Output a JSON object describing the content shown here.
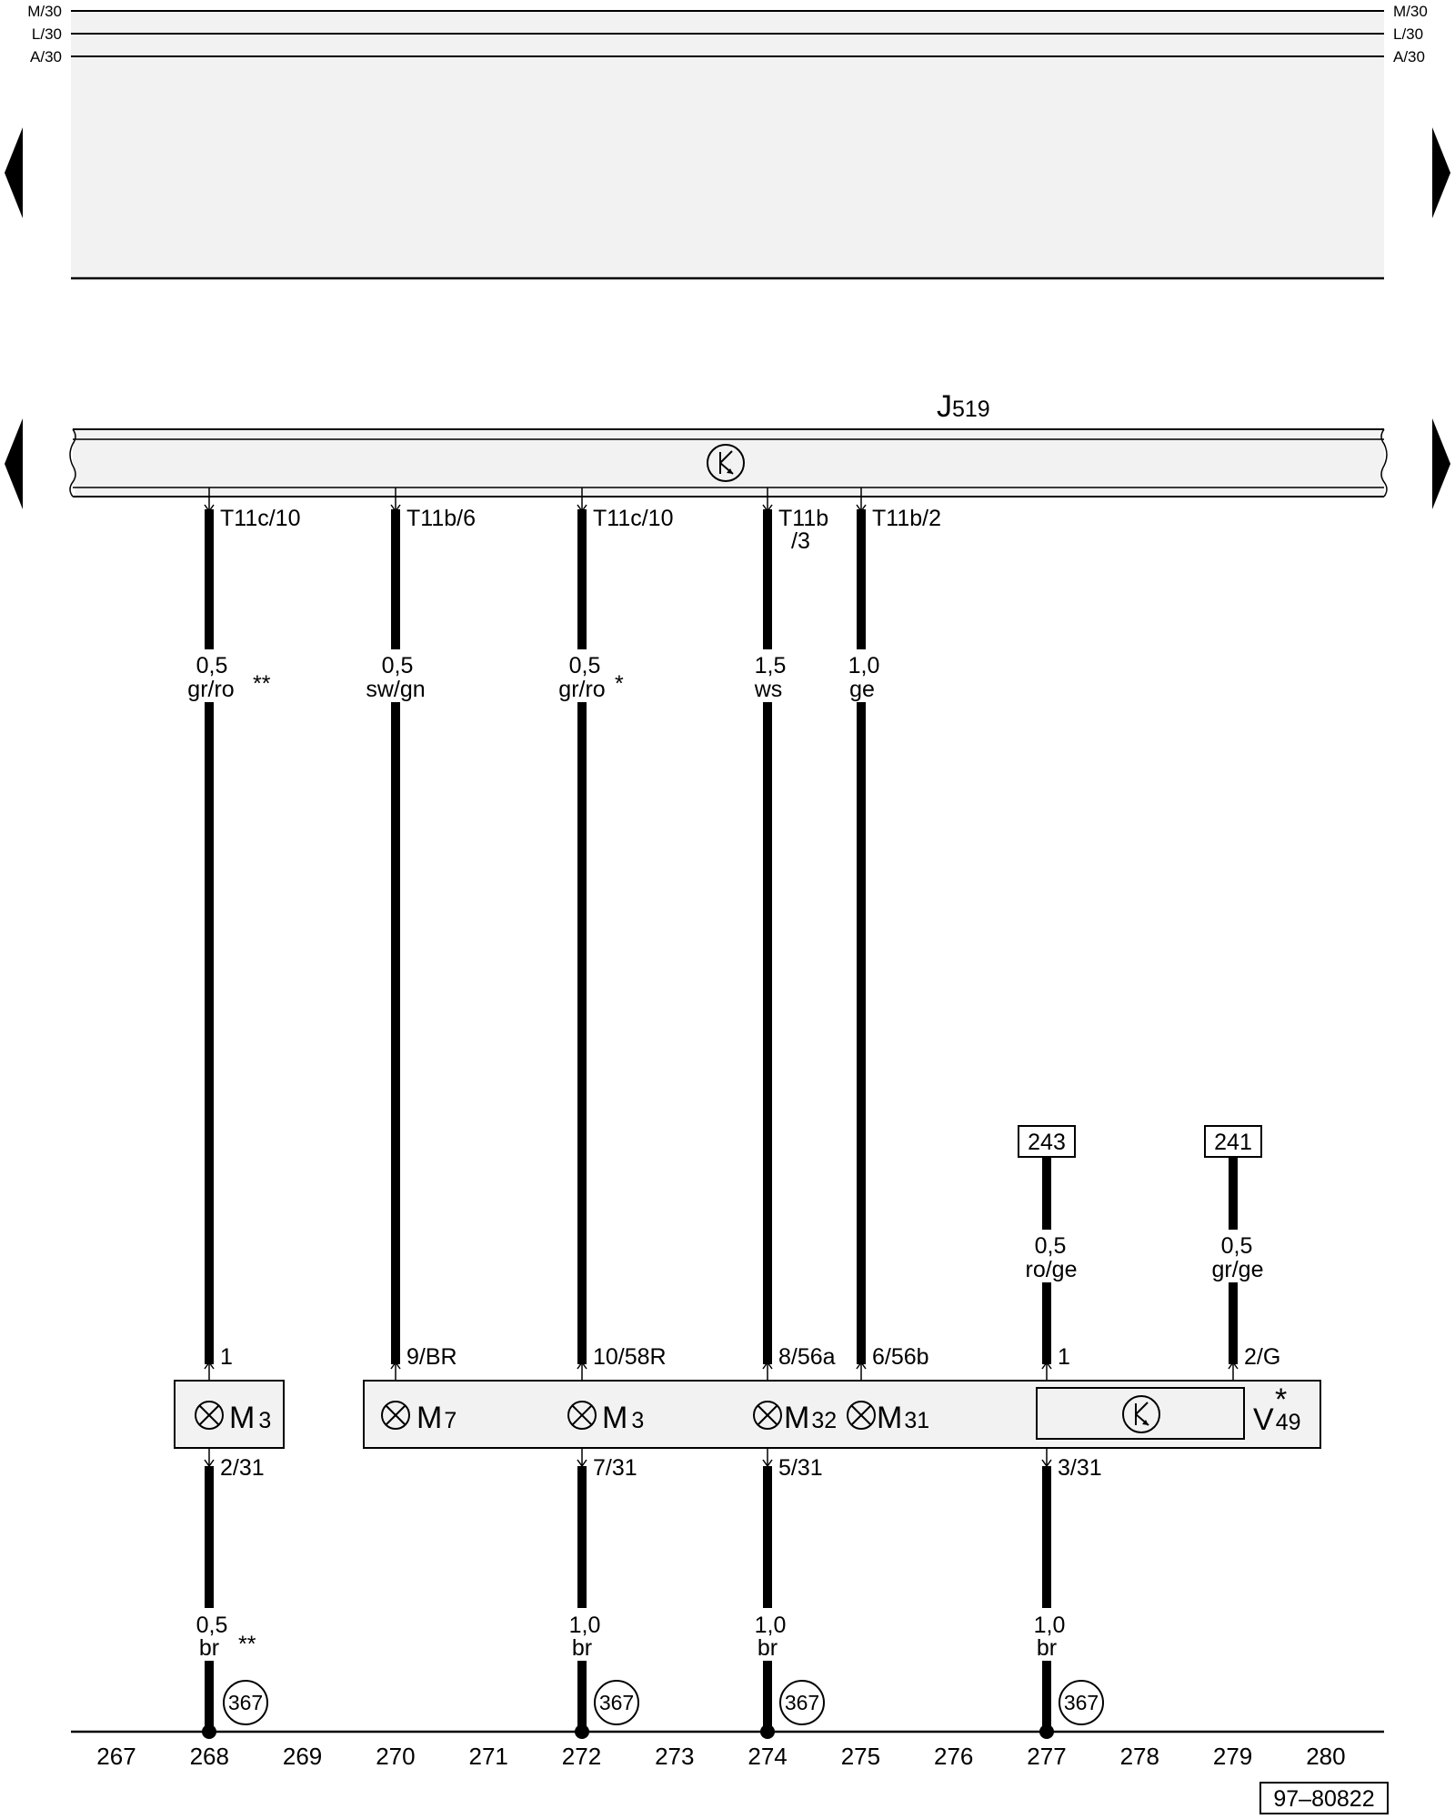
{
  "rails": [
    "M/30",
    "L/30",
    "A/30"
  ],
  "controller": {
    "name": "J",
    "sub": "519"
  },
  "connectors_top": {
    "c1": "T11c/10",
    "c2": "T11b/6",
    "c3": "T11c/10",
    "c4a": "T11b",
    "c4b": "/3",
    "c5": "T11b/2"
  },
  "wires_top": [
    {
      "size": "0,5",
      "color": "gr/ro",
      "mark": "**"
    },
    {
      "size": "0,5",
      "color": "sw/gn",
      "mark": ""
    },
    {
      "size": "0,5",
      "color": "gr/ro",
      "mark": "*"
    },
    {
      "size": "1,5",
      "color": "ws",
      "mark": ""
    },
    {
      "size": "1,0",
      "color": "ge",
      "mark": ""
    }
  ],
  "refs": [
    "243",
    "241"
  ],
  "wires_mid": [
    {
      "size": "0,5",
      "color": "ro/ge"
    },
    {
      "size": "0,5",
      "color": "gr/ge"
    }
  ],
  "pins_top": [
    "1",
    "9/BR",
    "10/58R",
    "8/56a",
    "6/56b",
    "1",
    "2/G"
  ],
  "components": [
    {
      "name": "M",
      "sub": "3"
    },
    {
      "name": "M",
      "sub": "7"
    },
    {
      "name": "M",
      "sub": "3"
    },
    {
      "name": "M",
      "sub": "32"
    },
    {
      "name": "M",
      "sub": "31"
    },
    {
      "name": "V",
      "sub": "49",
      "mark": "*"
    }
  ],
  "pins_bottom": [
    "2/31",
    "7/31",
    "5/31",
    "3/31"
  ],
  "wires_bottom": [
    {
      "size": "0,5",
      "color": "br",
      "mark": "**"
    },
    {
      "size": "1,0",
      "color": "br",
      "mark": ""
    },
    {
      "size": "1,0",
      "color": "br",
      "mark": ""
    },
    {
      "size": "1,0",
      "color": "br",
      "mark": ""
    }
  ],
  "ground_ref": "367",
  "columns": [
    "267",
    "268",
    "269",
    "270",
    "271",
    "272",
    "273",
    "274",
    "275",
    "276",
    "277",
    "278",
    "279",
    "280"
  ],
  "drawing_number": "97–80822"
}
